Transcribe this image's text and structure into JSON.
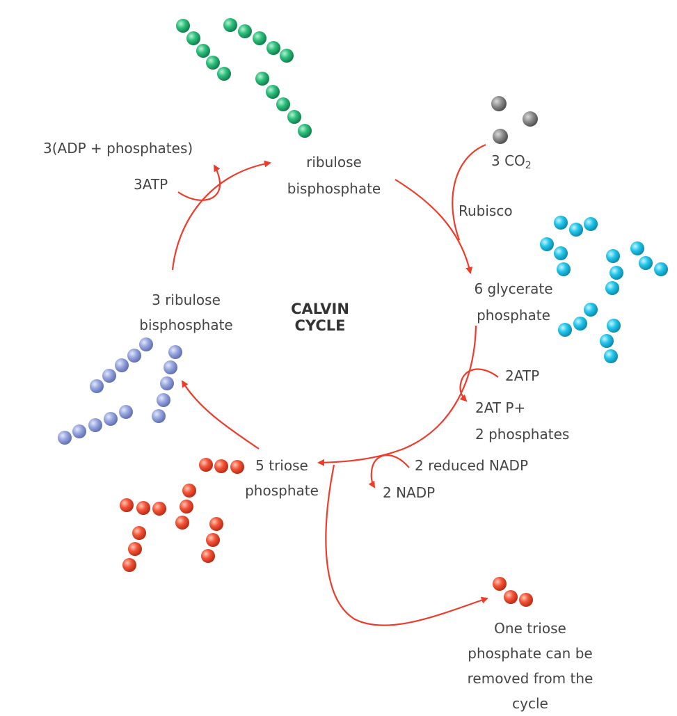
{
  "title": {
    "line1": "CALVIN",
    "line2": "CYCLE"
  },
  "labels": {
    "rubp_top": {
      "line1": "ribulose",
      "line2": "bisphosphate"
    },
    "co2": {
      "prefix": "3 CO",
      "subscript": "2"
    },
    "rubisco": "Rubisco",
    "gp": {
      "line1": "6 glycerate",
      "line2": "phosphate"
    },
    "atp_in_right": "2ATP",
    "adp_out_right": {
      "line1": "2AT P+",
      "line2": "2 phosphates"
    },
    "nadph_in": "2 reduced NADP",
    "nadp_out": "2 NADP",
    "tp": {
      "line1": "5 triose",
      "line2": "phosphate"
    },
    "removed": {
      "line1": "One triose",
      "line2": "phosphate can be",
      "line3": "removed from the",
      "line4": "cycle"
    },
    "rubp_left": {
      "line1": "3 ribulose",
      "line2": "bisphosphate"
    },
    "atp_in_left": "3ATP",
    "adp_out_left": "3(ADP + phosphates)"
  },
  "colors": {
    "arrow": "#ee3b2a",
    "text": "#444444",
    "rubp_green": "#1fae6a",
    "gp_cyan": "#19bfe3",
    "co2_gray": "#7a7a7a",
    "tp_red": "#ee4a30",
    "rubp_lavender": "#8c9bd6"
  }
}
